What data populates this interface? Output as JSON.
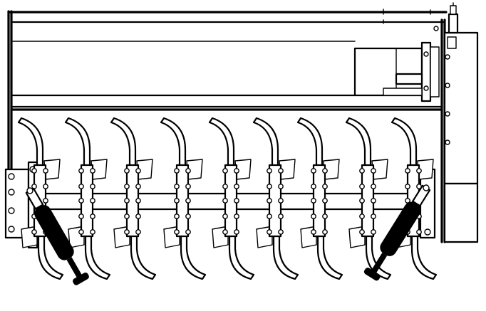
{
  "figure": {
    "description_visible_text": "",
    "colors": {
      "ink": "#000000",
      "paper": "#ffffff"
    },
    "parts": {
      "frame": "frame",
      "gearbox": "gearbox",
      "rotor_shaft": "rotor-shaft",
      "side_plates": [
        "side-plate-left",
        "side-plate-right"
      ],
      "blade_groups": 9,
      "cylinders": [
        "cylinder-left",
        "cylinder-right"
      ]
    }
  }
}
